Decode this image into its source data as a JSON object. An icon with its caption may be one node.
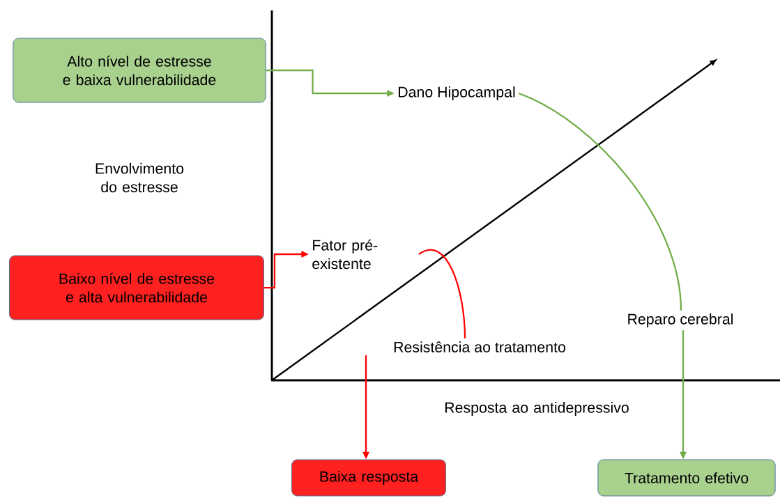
{
  "diagram": {
    "nodes": [
      {
        "text": [
          "Alto nível de estresse e baixa vulnerabilidade"
        ]
      },
      {
        "text": [
          "Dano Hipocampal"
        ]
      },
      {
        "text": [
          "Fator pré-existente"
        ]
      },
      {
        "text": [
          "Baixo nível de estresse e alta vulnerabilidade"
        ]
      },
      {
        "text": [
          "Resistência ao tratamento"
        ]
      },
      {
        "text": [
          "Reparo cerebral"
        ]
      },
      {
        "text": [
          "Baixa resposta"
        ]
      },
      {
        "text": [
          "Tratamento efetivo"
        ]
      }
    ],
    "edges": [
      {
        "from": 0,
        "to": 1,
        "arrow": "to",
        "color": "#70ad47"
      },
      {
        "from": 3,
        "to": 2,
        "arrow": "to",
        "color": "#ff0000"
      },
      {
        "from": 2,
        "to": 4,
        "arrow": "none",
        "color": "#ff0000"
      },
      {
        "from": 1,
        "to": 5,
        "arrow": "none",
        "color": "#70ad47"
      },
      {
        "from": 4,
        "to": 6,
        "arrow": "to",
        "color": "#ff0000"
      },
      {
        "from": 5,
        "to": 7,
        "arrow": "to",
        "color": "#70ad47"
      }
    ],
    "labels": [
      "Envolvimento do estresse",
      "Resposta ao antidepressivo"
    ]
  }
}
